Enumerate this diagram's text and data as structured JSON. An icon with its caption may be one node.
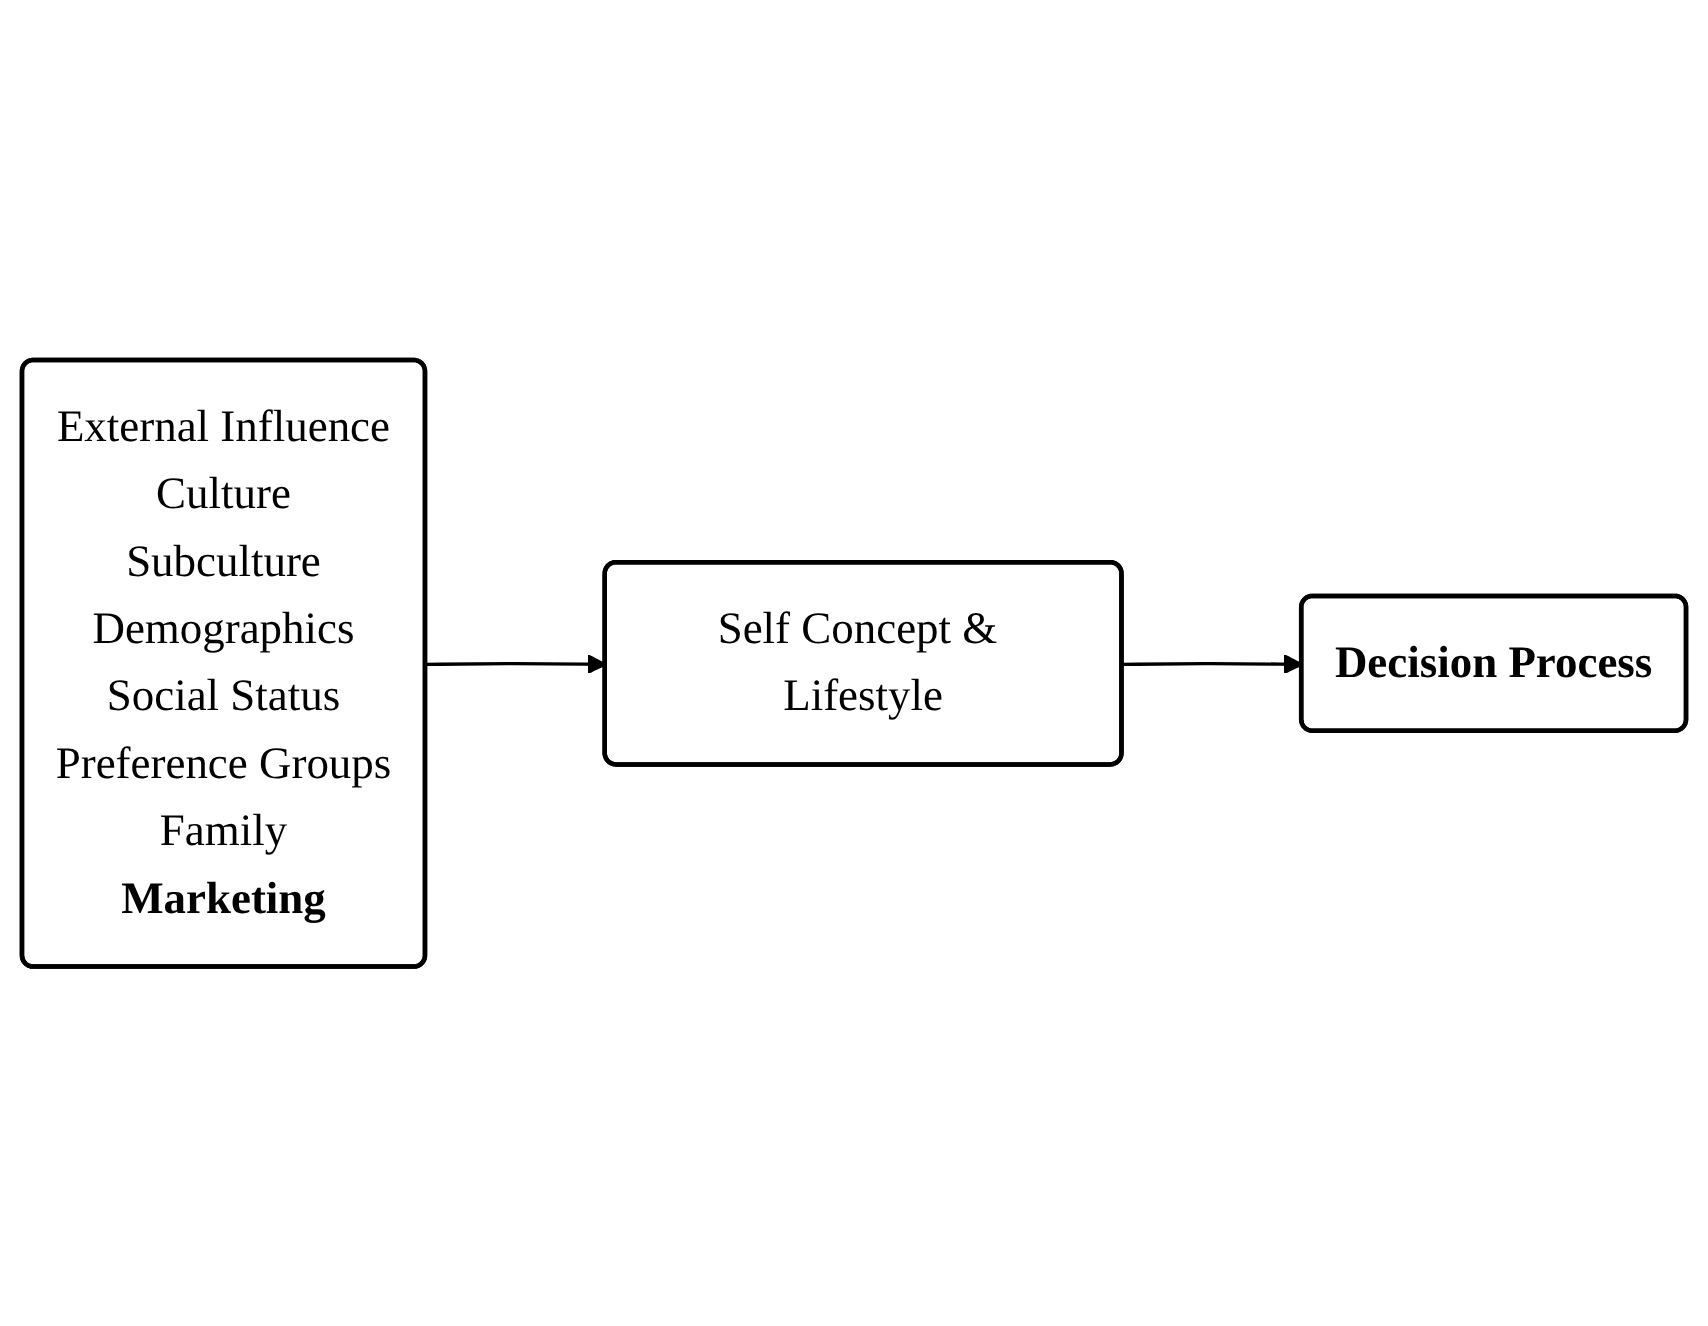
{
  "diagram": {
    "nodes": [
      {
        "text": [
          "External Influence",
          "Culture",
          "Subculture",
          "Demographics",
          "Social Status",
          "Preference Groups",
          "Family",
          "Marketing"
        ]
      },
      {
        "text": [
          "Self Concept & Lifestyle"
        ]
      },
      {
        "text": [
          "Decision Process"
        ]
      }
    ],
    "edges": [
      {
        "from": 0,
        "to": 1,
        "arrow": "to"
      },
      {
        "from": 1,
        "to": 2,
        "arrow": "to"
      }
    ]
  }
}
